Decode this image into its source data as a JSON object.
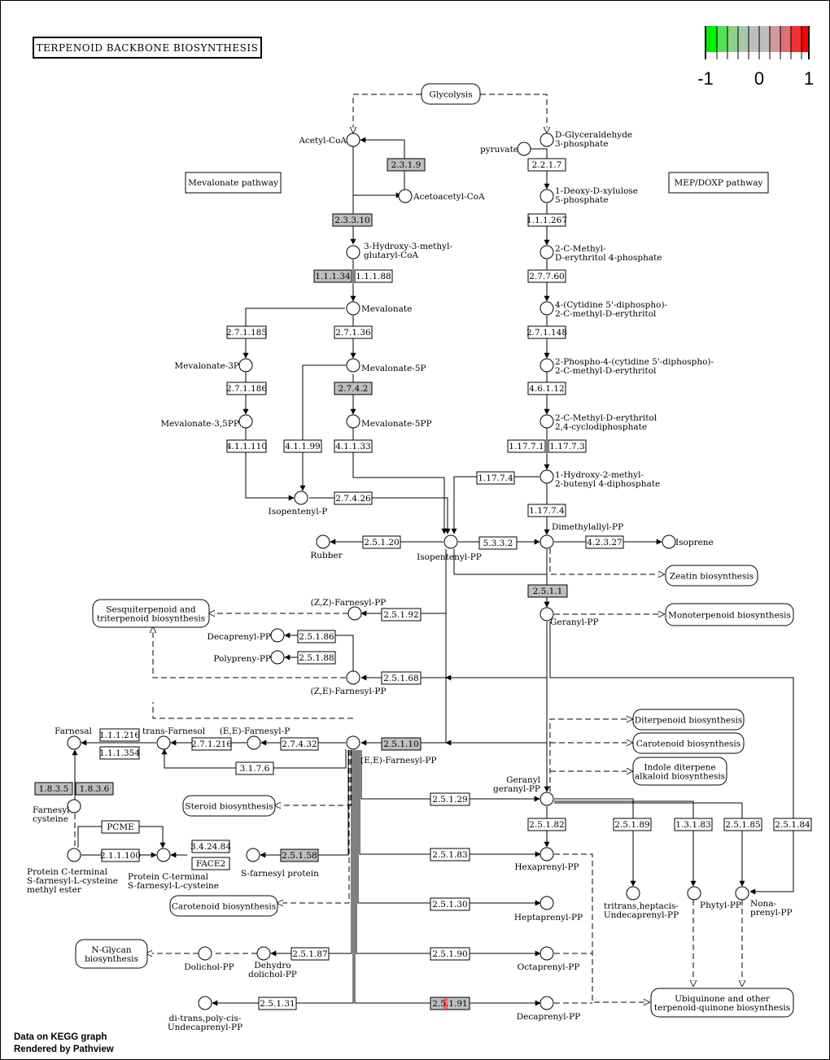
{
  "title": "TERPENOID BACKBONE BIOSYNTHESIS",
  "colors": {
    "neg": "#00ee00",
    "zero": "#bebebe",
    "pos": "#ff0000",
    "mapped": "#bebebe",
    "partial_red": "#ff6666"
  },
  "legend": {
    "min": "-1",
    "mid": "0",
    "max": "1"
  },
  "footer": {
    "line1": "Data on KEGG graph",
    "line2": "Rendered by Pathview"
  },
  "pathway_labels": {
    "mevalonate": "Mevalonate pathway",
    "mep": "MEP/DOXP pathway"
  },
  "maps": {
    "glycolysis": "Glycolysis",
    "zeatin": "Zeatin biosynthesis",
    "monoterpenoid": "Monoterpenoid biosynthesis",
    "sesquiterpenoid": [
      "Sesquiterpenoid and",
      "triterpenoid biosynthesis"
    ],
    "diterpenoid": "Diterpenoid biosynthesis",
    "carotenoid_r": "Carotenoid biosynthesis",
    "indole": [
      "Indole diterpene",
      "alkaloid biosynthesis"
    ],
    "steroid": "Steroid biosynthesis",
    "carotenoid_l": "Carotenoid biosynthesis",
    "nglycan": [
      "N-Glycan",
      "biosynthesis"
    ],
    "ubiquinone": [
      "Ubiquinone and other",
      "terpenoid-quinone biosynthesis"
    ]
  },
  "enzymes": {
    "e2319": "2.3.1.9",
    "e23310": "2.3.3.10",
    "e11134": "1.1.1.34",
    "e11188": "1.1.1.88",
    "e271185": "2.7.1.185",
    "e27136": "2.7.1.36",
    "e271186": "2.7.1.186",
    "e2742": "2.7.4.2",
    "e411110": "4.1.1.110",
    "e41199": "4.1.1.99",
    "e41133": "4.1.1.33",
    "e27426": "2.7.4.26",
    "e2217": "2.2.1.7",
    "e111267": "1.1.1.267",
    "e27760": "2.7.7.60",
    "e271148": "2.7.1.148",
    "e46112": "4.6.1.12",
    "e11771": "1.17.7.1",
    "e11773": "1.17.7.3",
    "e11774a": "1.17.7.4",
    "e11774b": "1.17.7.4",
    "e25120": "2.5.1.20",
    "e5332": "5.3.3.2",
    "e42327": "4.2.3.27",
    "e2511": "2.5.1.1",
    "e25192": "2.5.1.92",
    "e25186": "2.5.1.86",
    "e25188": "2.5.1.88",
    "e25168": "2.5.1.68",
    "e25110": "2.5.1.10",
    "e111216": "1.1.1.216",
    "e111354": "1.1.1.354",
    "e271216": "2.7.1.216",
    "e27432": "2.7.4.32",
    "e3176": "3.1.7.6",
    "e1835": "1.8.3.5",
    "e1836": "1.8.3.6",
    "pcme": "PCME",
    "e3424284": "3.4.24.84",
    "face2": "FACE2",
    "e211100": "2.1.1.100",
    "e25158": "2.5.1.58",
    "e25129": "2.5.1.29",
    "e25182": "2.5.1.82",
    "e25189": "2.5.1.89",
    "e13183": "1.3.1.83",
    "e25185": "2.5.1.85",
    "e25184": "2.5.1.84",
    "e25183": "2.5.1.83",
    "e25130": "2.5.1.30",
    "e25187": "2.5.1.87",
    "e25190": "2.5.1.90",
    "e25131": "2.5.1.31",
    "e25191": "2.5.1.91"
  },
  "compounds": {
    "acetylcoa": "Acetyl-CoA",
    "acetoacetylcoa": "Acetoacetyl-CoA",
    "hmgcoa": [
      "3-Hydroxy-3-methyl-",
      "glutaryl-CoA"
    ],
    "mevalonate": "Mevalonate",
    "mev3p": "Mevalonate-3P",
    "mev5p": "Mevalonate-5P",
    "mev35pp": "Mevalonate-3,5PP",
    "mev5pp": "Mevalonate-5PP",
    "ipp_p": "Isopentenyl-P",
    "g3p": [
      "D-Glyceraldehyde",
      "3-phosphate"
    ],
    "pyruvate": "pyruvate",
    "dxp": [
      "1-Deoxy-D-xylulose",
      "5-phosphate"
    ],
    "mep": [
      "2-C-Methyl-",
      "D-erythritol 4-phosphate"
    ],
    "cdpme": [
      "4-(Cytidine 5'-diphospho)-",
      "2-C-methyl-D-erythritol"
    ],
    "cdpmep": [
      "2-Phospho-4-(cytidine 5'-diphospho)-",
      "2-C-methyl-D-erythritol"
    ],
    "mecpp": [
      "2-C-Methyl-D-erythritol",
      "2,4-cyclodiphosphate"
    ],
    "hmbpp": [
      "1-Hydroxy-2-methyl-",
      "2-butenyl 4-diphosphate"
    ],
    "rubber": "Rubber",
    "ipp": "Isopentenyl-PP",
    "dmapp": "Dimethylallyl-PP",
    "isoprene": "Isoprene",
    "zzfpp": "(Z,Z)-Farnesyl-PP",
    "gpp": "Geranyl-PP",
    "decaprenylpp_top": "Decaprenyl-PP",
    "polypreny": "Polypreny-PP",
    "zefpp": "(Z,E)-Farnesyl-PP",
    "farnesal": "Farnesal",
    "transfarnesol": "trans-Farnesol",
    "eefp": "(E,E)-Farnesyl-P",
    "eefpp": "(E,E)-Farnesyl-PP",
    "farnesylcysteine": [
      "Farnesyl",
      "cysteine"
    ],
    "pcfme": [
      "Protein C-terminal",
      "S-farnesyl-L-cysteine",
      "methyl ester"
    ],
    "pcfc": [
      "Protein C-terminal",
      "S-farnesyl-L-cysteine"
    ],
    "sfp": "S-farnesyl protein",
    "ggpp": [
      "Geranyl",
      "geranyl-PP"
    ],
    "hexaprenylpp": "Hexaprenyl-PP",
    "heptaprenylpp": "Heptaprenyl-PP",
    "octaprenylpp": "Octaprenyl-PP",
    "decaprenylpp": "Decaprenyl-PP",
    "tritrans": [
      "tritrans,heptacis-",
      "Undecaprenyl-PP"
    ],
    "phytylpp": "Phytyl-PP",
    "nonaprenylpp": [
      "Nona-",
      "prenyl-PP"
    ],
    "dolicholpp": "Dolichol-PP",
    "dehydrodolichol": [
      "Dehydro",
      "dolichol-PP"
    ],
    "ditrans": [
      "di-trans,poly-cis-",
      "Undecaprenyl-PP"
    ]
  }
}
